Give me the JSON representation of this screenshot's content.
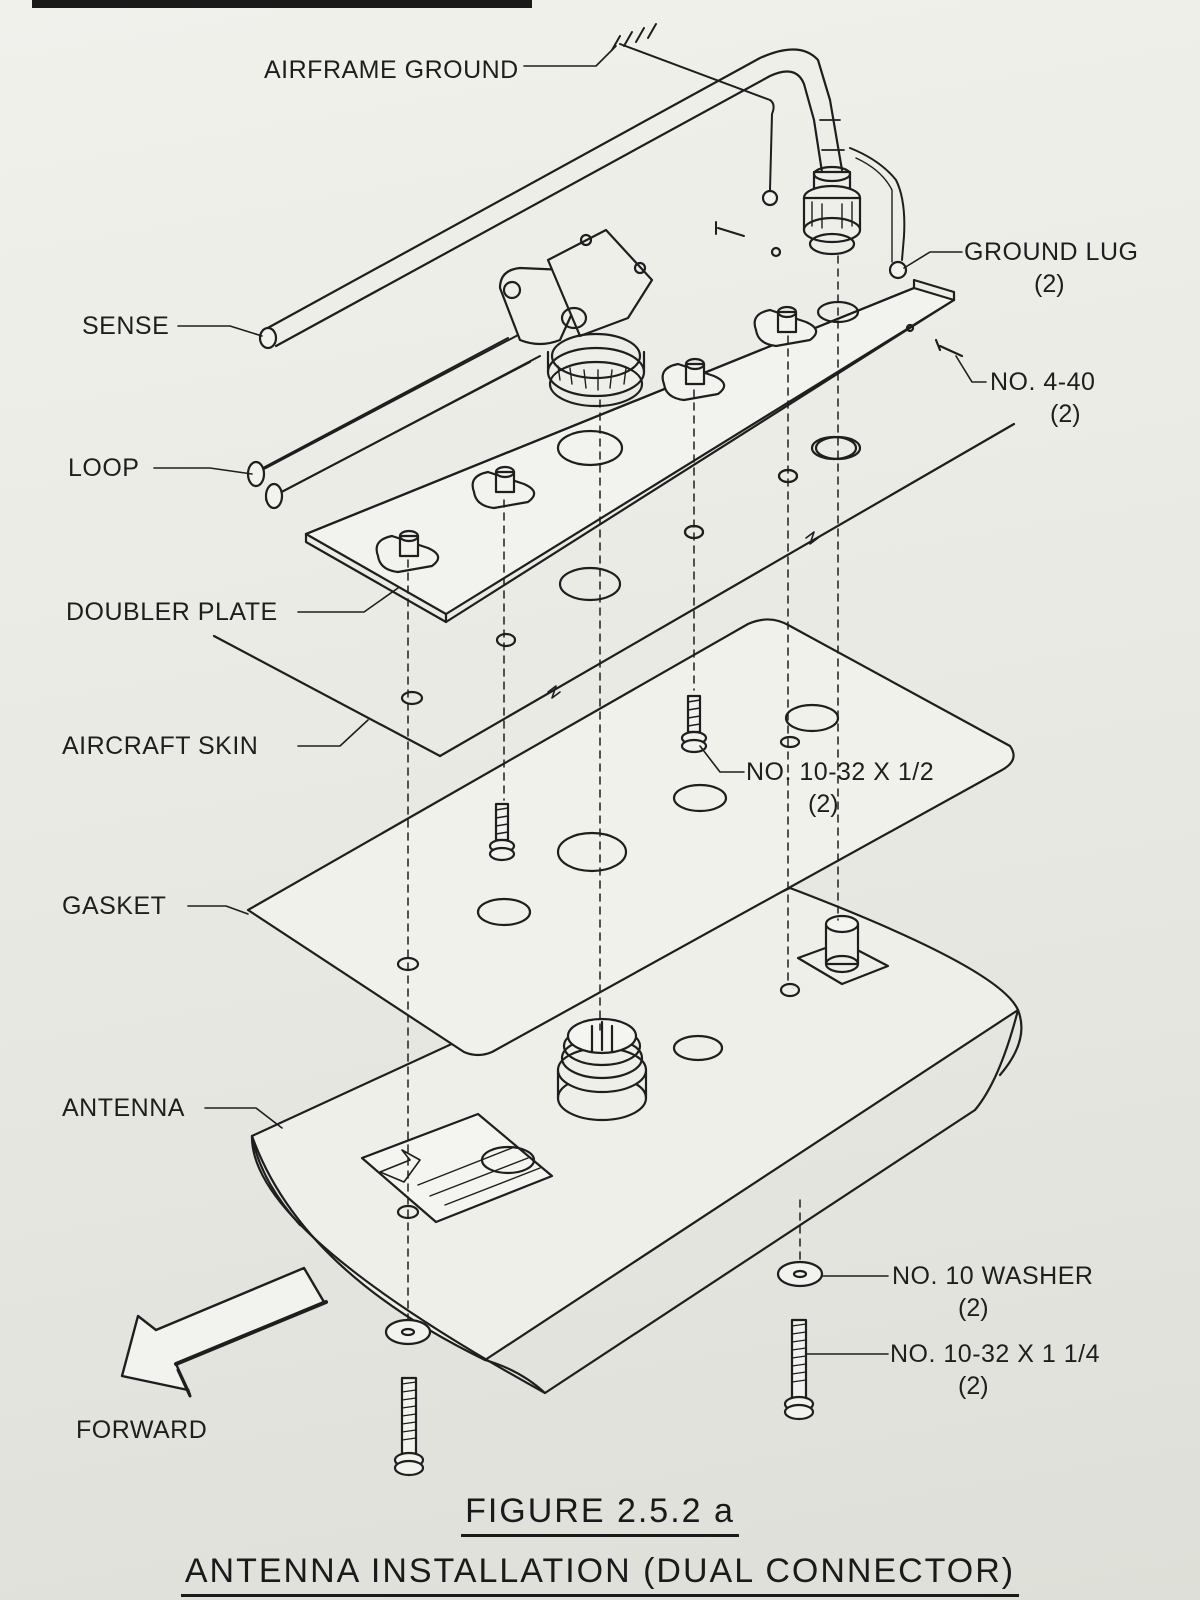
{
  "labels": {
    "airframe_ground": "AIRFRAME GROUND",
    "ground_lug": "GROUND LUG",
    "ground_lug_qty": "(2)",
    "sense": "SENSE",
    "screw_440": "NO. 4-40",
    "screw_440_qty": "(2)",
    "loop": "LOOP",
    "doubler_plate": "DOUBLER PLATE",
    "aircraft_skin": "AIRCRAFT SKIN",
    "screw_1032_half": "NO. 10-32 X 1/2",
    "screw_1032_half_qty": "(2)",
    "gasket": "GASKET",
    "antenna": "ANTENNA",
    "washer": "NO. 10 WASHER",
    "washer_qty": "(2)",
    "screw_1032_long": "NO. 10-32 X 1 1/4",
    "screw_1032_long_qty": "(2)",
    "forward": "FORWARD"
  },
  "caption": {
    "figure": "FIGURE 2.5.2 a",
    "title": "ANTENNA INSTALLATION (DUAL CONNECTOR)"
  },
  "colors": {
    "ink": "#1e1e1e",
    "paper": "#eeeee9"
  }
}
